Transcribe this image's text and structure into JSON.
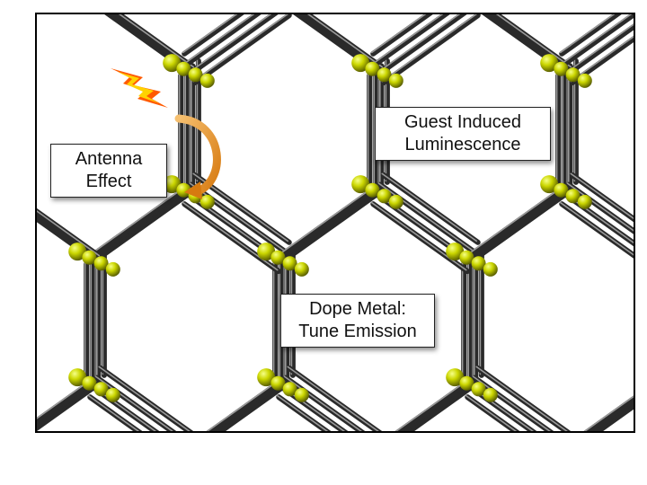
{
  "figure": {
    "labels": {
      "antenna": {
        "line1": "Antenna",
        "line2": "Effect"
      },
      "guest": {
        "line1": "Guest Induced",
        "line2": "Luminescence"
      },
      "dope": {
        "line1": "Dope Metal:",
        "line2": "Tune Emission"
      }
    },
    "colors": {
      "rod_dark": "#2a2a2a",
      "rod_light": "#9a9a9a",
      "metal_node": "#c8d400",
      "metal_node_highlight": "#f4ff7a",
      "flash_orange": "#ff6a00",
      "flash_yellow": "#ffd400",
      "arrow_orange": "#f0a030"
    },
    "icons": {
      "flash": "lightning-bolt-icon",
      "arrow": "curved-arrow-icon"
    }
  }
}
